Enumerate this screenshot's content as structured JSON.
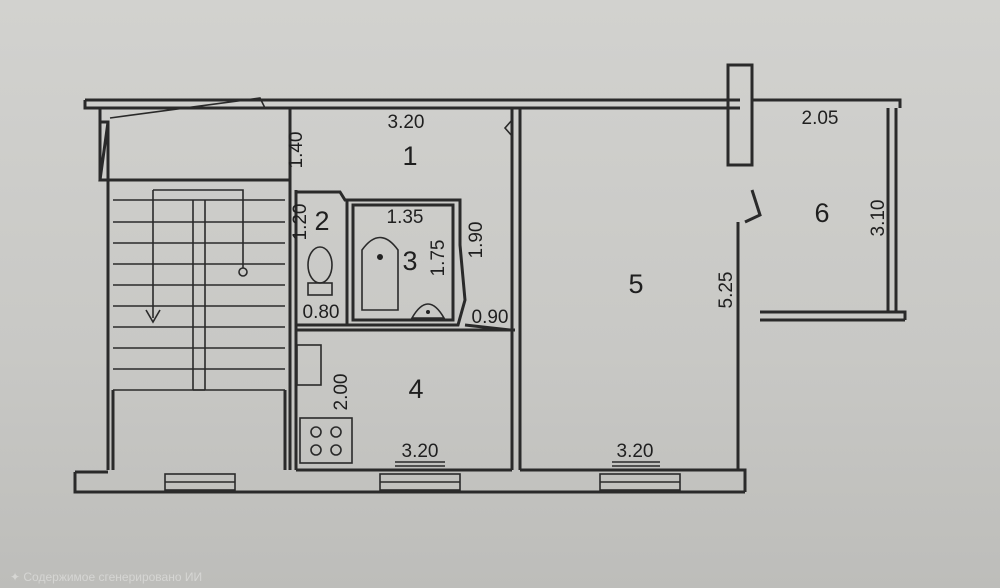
{
  "rooms": [
    {
      "number": "1",
      "width": "3.20",
      "depth": "1.40"
    },
    {
      "number": "2",
      "width": "0.80",
      "depth": "1.20"
    },
    {
      "number": "3",
      "width": "1.35",
      "depth": "1.75",
      "extra": "1.90",
      "door": "0.90"
    },
    {
      "number": "4",
      "width": "3.20",
      "depth": "2.00"
    },
    {
      "number": "5",
      "width": "3.20",
      "depth": "5.25"
    },
    {
      "number": "6",
      "width": "2.05",
      "depth": "3.10"
    }
  ],
  "watermark": "✦ Содержимое сгенерировано ИИ"
}
